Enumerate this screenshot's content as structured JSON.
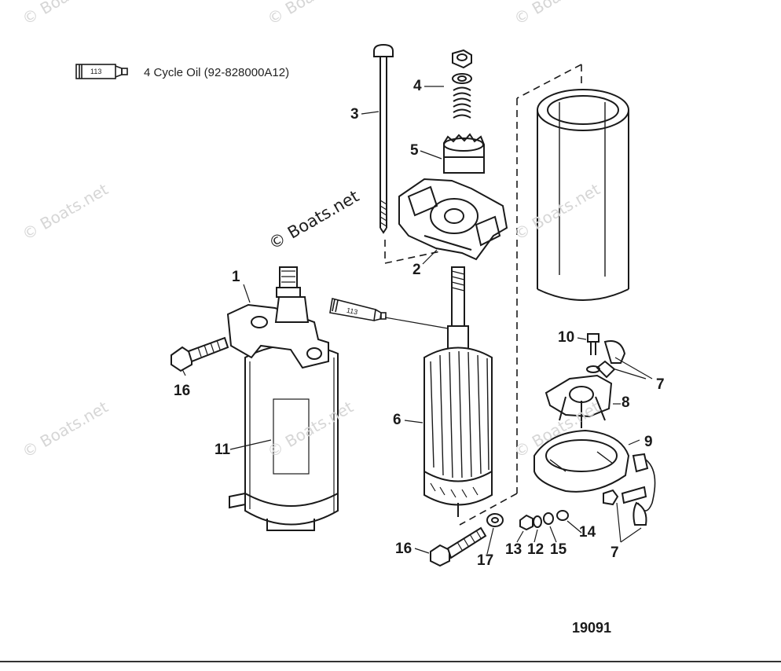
{
  "legend": {
    "tube_code": "113",
    "text": "4 Cycle Oil (92-828000A12)"
  },
  "diagram_tube_code": "113",
  "watermarks": {
    "faint": "© Boats.net",
    "dark": "© Boats.net"
  },
  "figure_number": "19091",
  "labels": {
    "l1": "1",
    "l2": "2",
    "l3": "3",
    "l4": "4",
    "l5": "5",
    "l6": "6",
    "l7a": "7",
    "l7b": "7",
    "l8": "8",
    "l9": "9",
    "l10": "10",
    "l11": "11",
    "l12": "12",
    "l13": "13",
    "l14": "14",
    "l15": "15",
    "l16a": "16",
    "l16b": "16",
    "l17": "17"
  }
}
